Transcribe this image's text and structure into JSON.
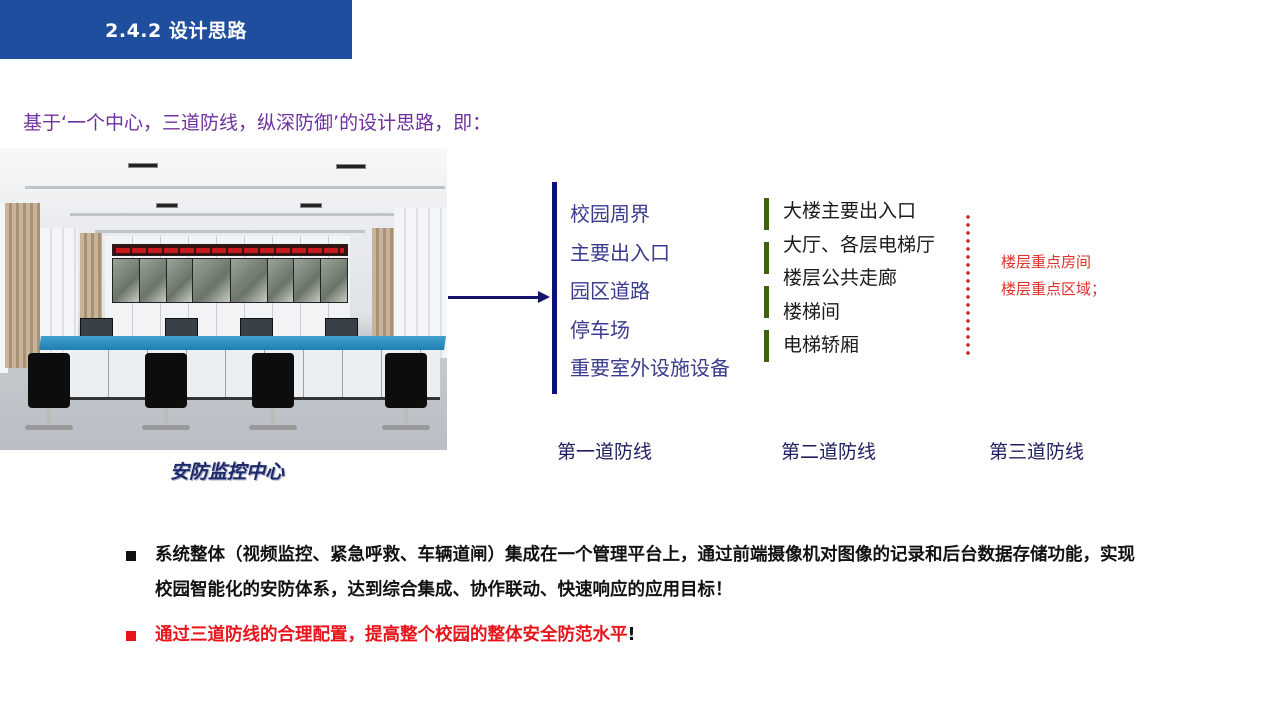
{
  "header": {
    "title": "2.4.2 设计思路",
    "bg_color": "#1f4e9f"
  },
  "intro": {
    "text": "基于‘一个中心，三道防线，纵深防御’的设计思路，即：",
    "color": "#7030a0"
  },
  "photo": {
    "caption": "安防监控中心",
    "icon": "control-room-photo"
  },
  "defense_lines": [
    {
      "label": "第一道防线",
      "bar_color": "#0f0f7a",
      "items": [
        "校园周界",
        "主要出入口",
        "园区道路",
        "停车场",
        "重要室外设施设备"
      ]
    },
    {
      "label": "第二道防线",
      "bar_color": "#3a6314",
      "items": [
        "大楼主要出入口",
        "大厅、各层电梯厅",
        "楼层公共走廊",
        "楼梯间",
        "电梯轿厢"
      ]
    },
    {
      "label": "第三道防线",
      "bar_color": "#d42020",
      "items": [
        "楼层重点房间",
        "楼层重点区域；"
      ]
    }
  ],
  "bullets": [
    {
      "text": "系统整体（视频监控、紧急呼救、车辆道闸）集成在一个管理平台上，通过前端摄像机对图像的记录和后台数据存储功能，实现校园智能化的安防体系，达到综合集成、协作联动、快速响应的应用目标！",
      "color": "#111111"
    },
    {
      "text": "通过三道防线的合理配置，提高整个校园的整体安全防范水平",
      "suffix": "!",
      "color": "#e8141b"
    }
  ]
}
